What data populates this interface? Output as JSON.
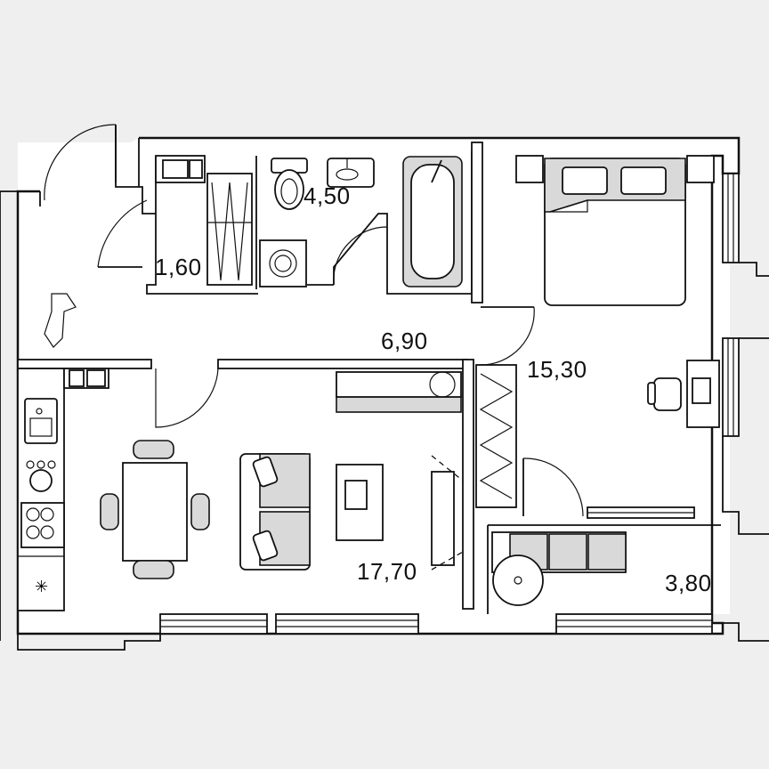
{
  "rooms": {
    "storage": {
      "area": "1,60"
    },
    "bathroom": {
      "area": "4,50"
    },
    "hallway": {
      "area": "6,90"
    },
    "bedroom": {
      "area": "15,30"
    },
    "living": {
      "area": "17,70"
    },
    "balcony": {
      "area": "3,80"
    }
  },
  "colors": {
    "background": "#efefef",
    "wall": "#111111",
    "floor": "#ffffff",
    "furniture_fill": "#d9d9d9"
  }
}
